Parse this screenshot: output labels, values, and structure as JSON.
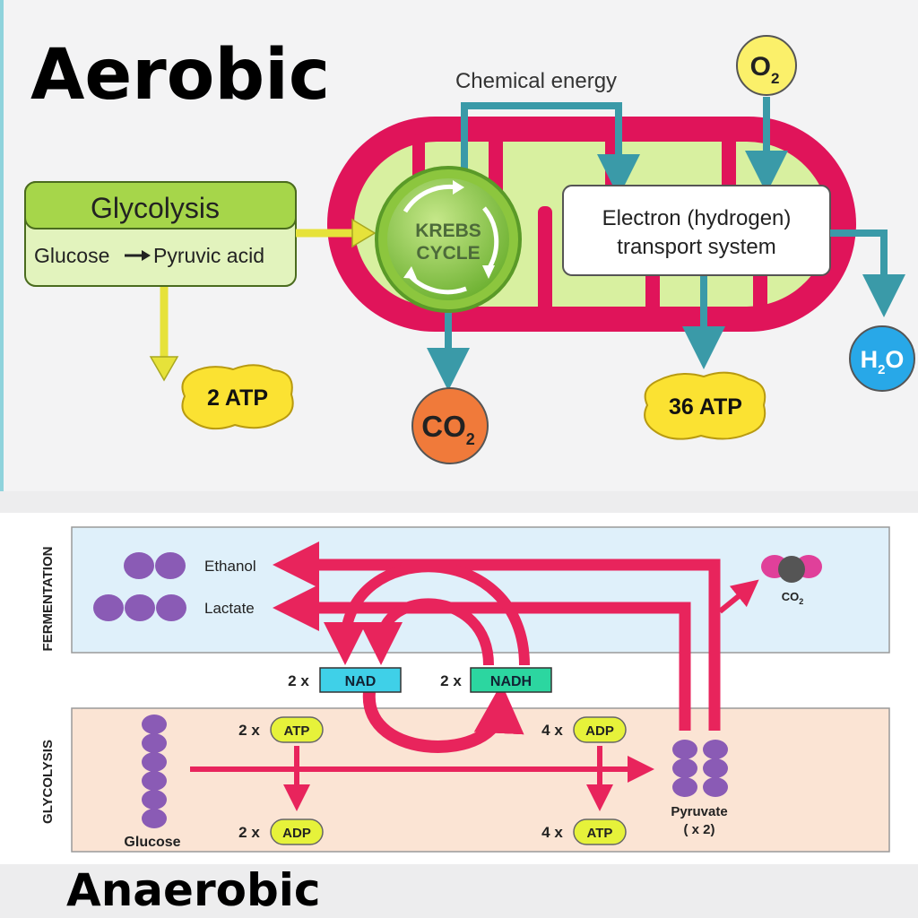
{
  "aerobic": {
    "title": "Aerobic",
    "chemical_energy": "Chemical energy",
    "oxygen": {
      "symbol": "O",
      "subscript": "2"
    },
    "glycolysis_box": {
      "title": "Glycolysis",
      "from": "Glucose",
      "to": "Pyruvic acid"
    },
    "krebs": {
      "line1": "KREBS",
      "line2": "CYCLE"
    },
    "ets": {
      "line1": "Electron (hydrogen)",
      "line2": "transport system"
    },
    "glycolysis_atp": "2 ATP",
    "ets_atp": "36 ATP",
    "carbon_dioxide": {
      "symbol": "CO",
      "subscript": "2"
    },
    "water": {
      "pre": "H",
      "subscript": "2",
      "post": "O"
    }
  },
  "anaerobic": {
    "title": "Anaerobic",
    "fermentation_label": "FERMENTATION",
    "glycolysis_label": "GLYCOLYSIS",
    "ethanol": "Ethanol",
    "lactate": "Lactate",
    "co2": {
      "symbol": "CO",
      "subscript": "2"
    },
    "nad": {
      "count": "2 x",
      "label": "NAD"
    },
    "nadh": {
      "count": "2 x",
      "label": "NADH"
    },
    "atp_in": {
      "count": "2 x",
      "label": "ATP"
    },
    "adp_out": {
      "count": "2 x",
      "label": "ADP"
    },
    "adp_in": {
      "count": "4 x",
      "label": "ADP"
    },
    "atp_out": {
      "count": "4 x",
      "label": "ATP"
    },
    "glucose": "Glucose",
    "pyruvate": "Pyruvate",
    "pyruvate_count": "( x 2)"
  },
  "colors": {
    "membrane": "#e0145a",
    "matrix": "#d8f0a0",
    "teal_arrow": "#3a9aa8",
    "yellow_arrow": "#e6e23a",
    "glycolysis_box": "#a6d64a",
    "burst": "#fbe232",
    "co2_circle": "#f07a3a",
    "h2o_circle": "#28a8e8",
    "o2_circle": "#fbf06a",
    "red_arrow": "#e8245c",
    "fermentation_bg": "#dff0fa",
    "glycolysis_bg": "#fbe4d4",
    "molecule": "#8a5bb5",
    "nad_box": "#3fd0e8",
    "nadh_box": "#2cd6a0",
    "atp_pill": "#e6f23a"
  }
}
